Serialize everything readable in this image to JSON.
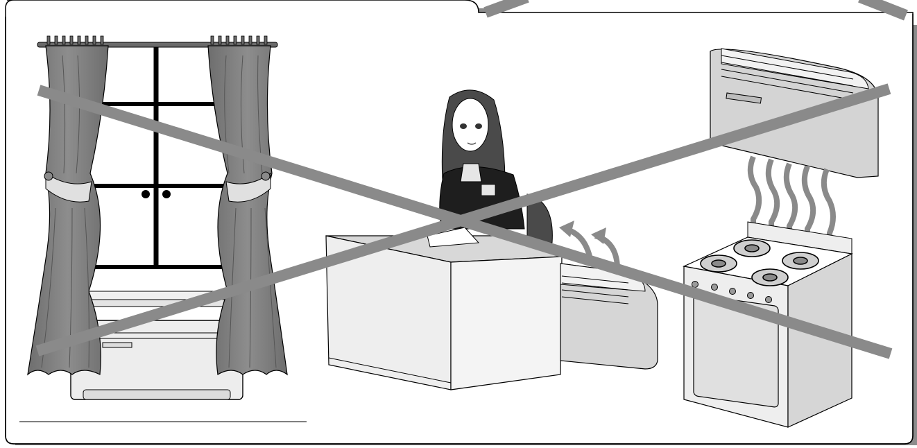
{
  "illustration": {
    "caption": "",
    "scenes": [
      {
        "name": "window-with-curtains",
        "crossed_out": true
      },
      {
        "name": "person-at-desk",
        "crossed_out": true
      },
      {
        "name": "heater-under-desk",
        "crossed_out": false
      },
      {
        "name": "unit-above-gas-stove",
        "crossed_out": true
      }
    ],
    "colors": {
      "background": "#ffffff",
      "frame_shadow": "#8c8c8c",
      "cross_bars": "#8a8a8a",
      "curtain": "#7a7a7a",
      "appliance_light": "#e8e8e8",
      "appliance_mid": "#c8c8c8",
      "outline": "#000000"
    }
  }
}
